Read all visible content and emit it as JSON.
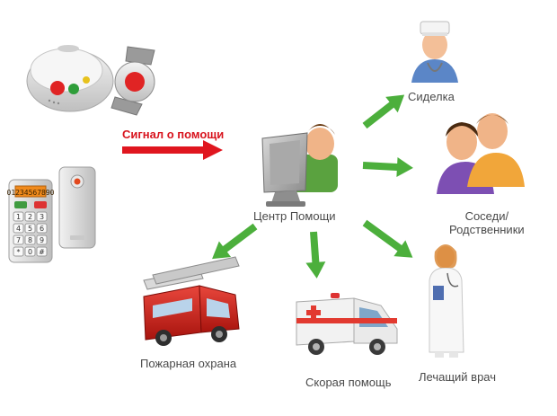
{
  "signal_label": "Сигнал о помощи",
  "center_label": "Центр Помощи",
  "nodes": {
    "nurse": "Сиделка",
    "neighbors_line1": "Соседи/",
    "neighbors_line2": "Родственники",
    "doctor": "Лечащий врач",
    "ambulance": "Скорая помощь",
    "fire": "Пожарная охрана"
  },
  "phone_display": "01234567890",
  "keypad": [
    "1",
    "2",
    "3",
    "4",
    "5",
    "6",
    "7",
    "8",
    "9",
    "*",
    "0",
    "#"
  ],
  "colors": {
    "signal_arrow": "#e0161f",
    "flow_arrow": "#4caf3c",
    "alert_button": "#e02424"
  }
}
